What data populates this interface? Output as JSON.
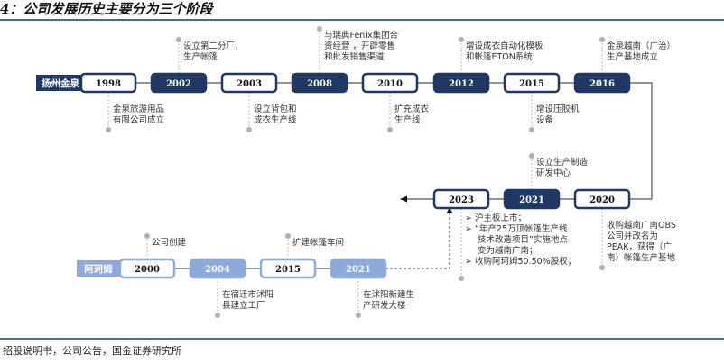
{
  "title": "4：公司发展历史主要分为三个阶段",
  "source": "招股说明书，公司公告，国金证券研究所",
  "colors": {
    "dark_navy": "#1f3864",
    "light_blue": "#8eaadb",
    "rule": "#3e6f94",
    "line": "#555555",
    "dot": "#b0b0b0"
  },
  "tracks": {
    "jinquan": {
      "label": "扬州金泉",
      "nodes": [
        {
          "year": "1998",
          "style": "outline",
          "note": [
            "金泉旅游用品",
            "有限公司成立"
          ],
          "note_side": "below"
        },
        {
          "year": "2002",
          "style": "filled",
          "note": [
            "设立第二分厂，",
            "生产帐篷"
          ],
          "note_side": "above"
        },
        {
          "year": "2003",
          "style": "outline",
          "note": [
            "设立背包和",
            "成衣生产线"
          ],
          "note_side": "below"
        },
        {
          "year": "2008",
          "style": "filled",
          "note": [
            "与瑞典Fenix集团合",
            "资经营 ，开辟零售",
            "和批发销售渠道"
          ],
          "note_side": "above"
        },
        {
          "year": "2010",
          "style": "outline",
          "note": [
            "扩充成衣",
            "生产线"
          ],
          "note_side": "below"
        },
        {
          "year": "2012",
          "style": "filled",
          "note": [
            "增设成衣自动化模板",
            "和帐篷ETON系统"
          ],
          "note_side": "above"
        },
        {
          "year": "2015",
          "style": "outline",
          "note": [
            "增设压胶机",
            "设备"
          ],
          "note_side": "below"
        },
        {
          "year": "2016",
          "style": "filled",
          "note": [
            "金泉越南（广治）",
            "生产基地成立"
          ],
          "note_side": "above"
        }
      ]
    },
    "middle": {
      "nodes": [
        {
          "year": "2023",
          "style": "outline",
          "bullets": [
            "沪主板上市；",
            "“年产25万顶帐篷生产线",
            "技术改造项目”实施地点",
            "变为越南广南；",
            "收购阿珂姆50.50%股权；"
          ],
          "note_side": "below"
        },
        {
          "year": "2021",
          "style": "filled",
          "note": [
            "设立生产制造",
            "研发中心"
          ],
          "note_side": "above"
        },
        {
          "year": "2020",
          "style": "outline",
          "note": [
            "收购越南广南OBS",
            "公司并改名为",
            "PEAK，获得（广",
            "南）帐篷生产基地"
          ],
          "note_side": "below"
        }
      ]
    },
    "akemu": {
      "label": "阿珂姆",
      "nodes": [
        {
          "year": "2000",
          "style": "outline",
          "note": [
            "公司创建"
          ],
          "note_side": "above"
        },
        {
          "year": "2004",
          "style": "filled",
          "note": [
            "在宿迁市沭阳",
            "县建立工厂"
          ],
          "note_side": "below"
        },
        {
          "year": "2015",
          "style": "outline",
          "note": [
            "扩建帐篷车间"
          ],
          "note_side": "above"
        },
        {
          "year": "2021",
          "style": "filled",
          "note": [
            "在沭阳新建生",
            "产研发大楼"
          ],
          "note_side": "below"
        }
      ]
    }
  }
}
